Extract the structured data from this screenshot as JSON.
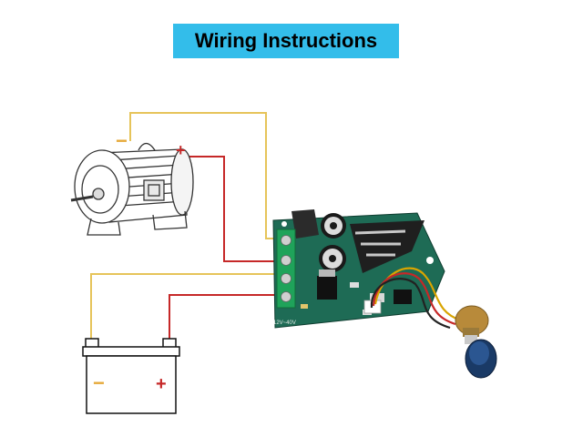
{
  "header": {
    "title": "Wiring Instructions"
  },
  "motor": {
    "neg_symbol": "−",
    "pos_symbol": "+"
  },
  "battery": {
    "neg_symbol": "−",
    "pos_symbol": "+"
  },
  "board": {
    "silk_label": "12V~40V"
  },
  "colors": {
    "banner": "#33bdea",
    "negative_wire": "#e6c45a",
    "positive_wire": "#c62828",
    "pcb": "#1e6b55",
    "terminal": "#1fa35a",
    "heatsink": "#2b2b2b",
    "knob": "#1a3a66"
  },
  "icons": {
    "motor": "electric-motor-icon",
    "battery": "battery-icon",
    "board": "pwm-speed-controller-board",
    "potentiometer": "potentiometer-knob-icon"
  }
}
